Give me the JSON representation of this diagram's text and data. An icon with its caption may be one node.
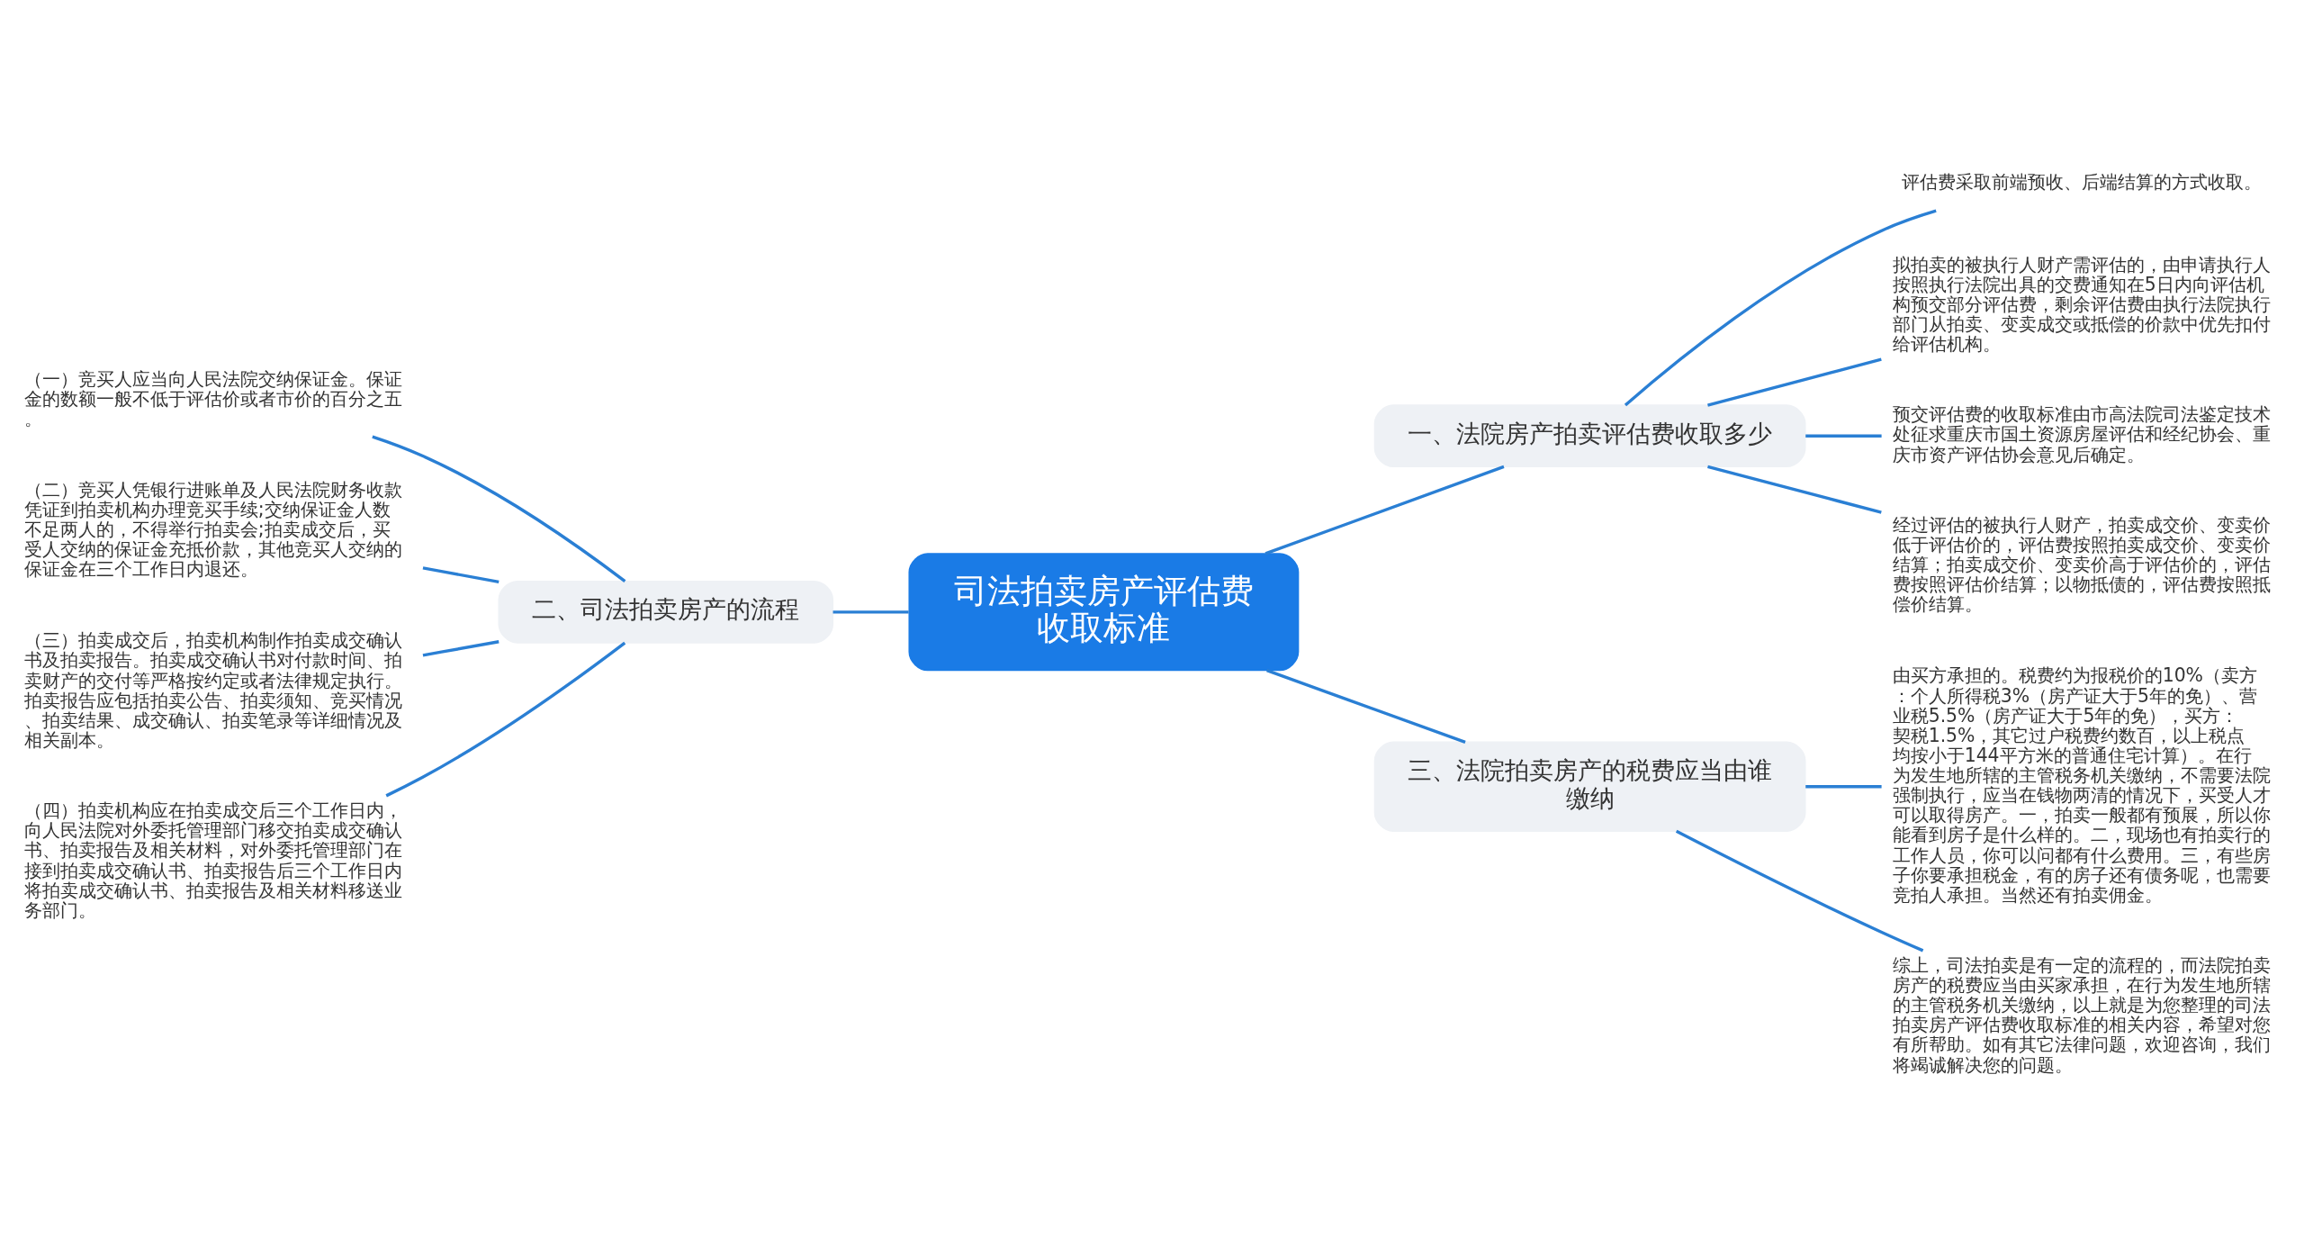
{
  "diagram": {
    "nodes": [
      {
        "text": [
          "司法拍卖房产评估费收取标准"
        ]
      },
      {
        "text": [
          "一、法院房产拍卖评估费收取多少"
        ]
      },
      {
        "text": [
          "评估费采取前端预收、后端结算的方式收取。"
        ]
      },
      {
        "text": [
          "拟拍卖的被执行人财产需评估的，由申请执行人按照执行法院出具的交费通知在5日内向评估机构预交部分评估费，剩余评估费由执行法院执行部门从拍卖、变卖成交或抵偿的价款中优先扣付给评估机构。"
        ]
      },
      {
        "text": [
          "预交评估费的收取标准由市高法院司法鉴定技术处征求重庆市国土资源房屋评估和经纪协会、重庆市资产评估协会意见后确定。"
        ]
      },
      {
        "text": [
          "经过评估的被执行人财产，拍卖成交价、变卖价低于评估价的，评估费按照拍卖成交价、变卖价结算；拍卖成交价、变卖价高于评估价的，评估费按照评估价结算；以物抵债的，评估费按照抵偿价结算。"
        ]
      },
      {
        "text": [
          "二、司法拍卖房产的流程"
        ]
      },
      {
        "text": [
          "（一）竞买人应当向人民法院交纳保证金。保证金的数额一般不低于评估价或者市价的百分之五。"
        ]
      },
      {
        "text": [
          "（二）竞买人凭银行进账单及人民法院财务收款凭证到拍卖机构办理竞买手续;交纳保证金人数不足两人的，不得举行拍卖会;拍卖成交后，买受人交纳的保证金充抵价款，其他竞买人交纳的保证金在三个工作日内退还。"
        ]
      },
      {
        "text": [
          "（三）拍卖成交后，拍卖机构制作拍卖成交确认书及拍卖报告。拍卖成交确认书对付款时间、拍卖财产的交付等严格按约定或者法律规定执行。拍卖报告应包括拍卖公告、拍卖须知、竞买情况、拍卖结果、成交确认、拍卖笔录等详细情况及相关副本。"
        ]
      },
      {
        "text": [
          "（四）拍卖机构应在拍卖成交后三个工作日内，向人民法院对外委托管理部门移交拍卖成交确认书、拍卖报告及相关材料，对外委托管理部门在接到拍卖成交确认书、拍卖报告后三个工作日内将拍卖成交确认书、拍卖报告及相关材料移送业务部门。"
        ]
      },
      {
        "text": [
          "三、法院拍卖房产的税费应当由谁缴纳"
        ]
      },
      {
        "text": [
          "由买方承担的。税费约为报税价的10%（卖方：个人所得税3%（房产证大于5年的免）、营业税5.5%（房产证大于5年的免），买方：契税1.5%，其它过户税费约数百，以上税点均按小于144平方米的普通住宅计算）。在行为发生地所辖的主管税务机关缴纳，不需要法院强制执行，应当在钱物两清的情况下，买受人才可以取得房产。一，拍卖一般都有预展，所以你能看到房子是什么样的。二，现场也有拍卖行的工作人员，你可以问都有什么费用。三，有些房子你要承担税金，有的房子还有债务呢，也需要竞拍人承担。当然还有拍卖佣金。"
        ]
      },
      {
        "text": [
          "综上，司法拍卖是有一定的流程的，而法院拍卖房产的税费应当由买家承担，在行为发生地所辖的主管税务机关缴纳，以上就是为您整理的司法拍卖房产评估费收取标准的相关内容，希望对您有所帮助。如有其它法律问题，欢迎咨询，我们将竭诚解决您的问题。"
        ]
      }
    ],
    "edges": [
      {
        "from": 0,
        "to": 1,
        "arrow": "none"
      },
      {
        "from": 1,
        "to": 2,
        "arrow": "none"
      },
      {
        "from": 1,
        "to": 3,
        "arrow": "none"
      },
      {
        "from": 1,
        "to": 4,
        "arrow": "none"
      },
      {
        "from": 1,
        "to": 5,
        "arrow": "none"
      },
      {
        "from": 0,
        "to": 6,
        "arrow": "none"
      },
      {
        "from": 6,
        "to": 7,
        "arrow": "none"
      },
      {
        "from": 6,
        "to": 8,
        "arrow": "none"
      },
      {
        "from": 6,
        "to": 9,
        "arrow": "none"
      },
      {
        "from": 6,
        "to": 10,
        "arrow": "none"
      },
      {
        "from": 0,
        "to": 11,
        "arrow": "none"
      },
      {
        "from": 11,
        "to": 12,
        "arrow": "none"
      },
      {
        "from": 11,
        "to": 13,
        "arrow": "none"
      }
    ]
  }
}
